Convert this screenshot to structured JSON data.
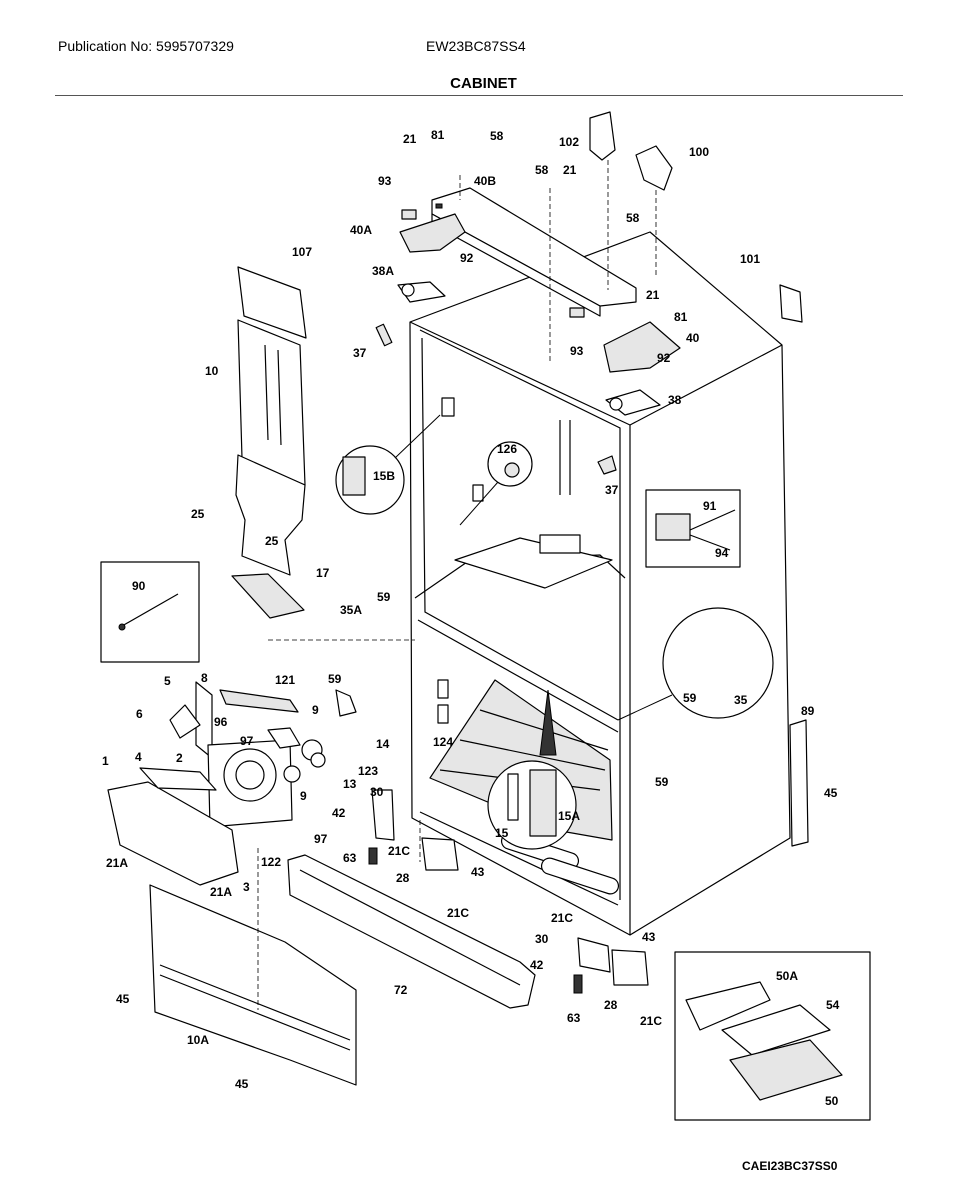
{
  "header": {
    "publication": "Publication No: 5995707329",
    "model": "EW23BC87SS4",
    "title": "CABINET"
  },
  "footer": {
    "diagram_code": "CAEI23BC37SS0"
  },
  "callouts": [
    "21",
    "81",
    "58",
    "102",
    "100",
    "93",
    "40B",
    "58",
    "21",
    "40A",
    "58",
    "92",
    "38A",
    "107",
    "101",
    "21",
    "81",
    "40",
    "37",
    "93",
    "92",
    "10",
    "38",
    "126",
    "15B",
    "37",
    "91",
    "94",
    "25",
    "25",
    "17",
    "90",
    "59",
    "35A",
    "59",
    "59",
    "35",
    "5",
    "8",
    "121",
    "6",
    "96",
    "97",
    "9",
    "89",
    "124",
    "14",
    "4",
    "2",
    "1",
    "9",
    "123",
    "13",
    "59",
    "45",
    "30",
    "42",
    "15A",
    "15",
    "21C",
    "97",
    "63",
    "122",
    "28",
    "43",
    "21A",
    "21A",
    "3",
    "21C",
    "21C",
    "30",
    "43",
    "50A",
    "54",
    "42",
    "45",
    "72",
    "63",
    "28",
    "21C",
    "10A",
    "50",
    "45"
  ]
}
